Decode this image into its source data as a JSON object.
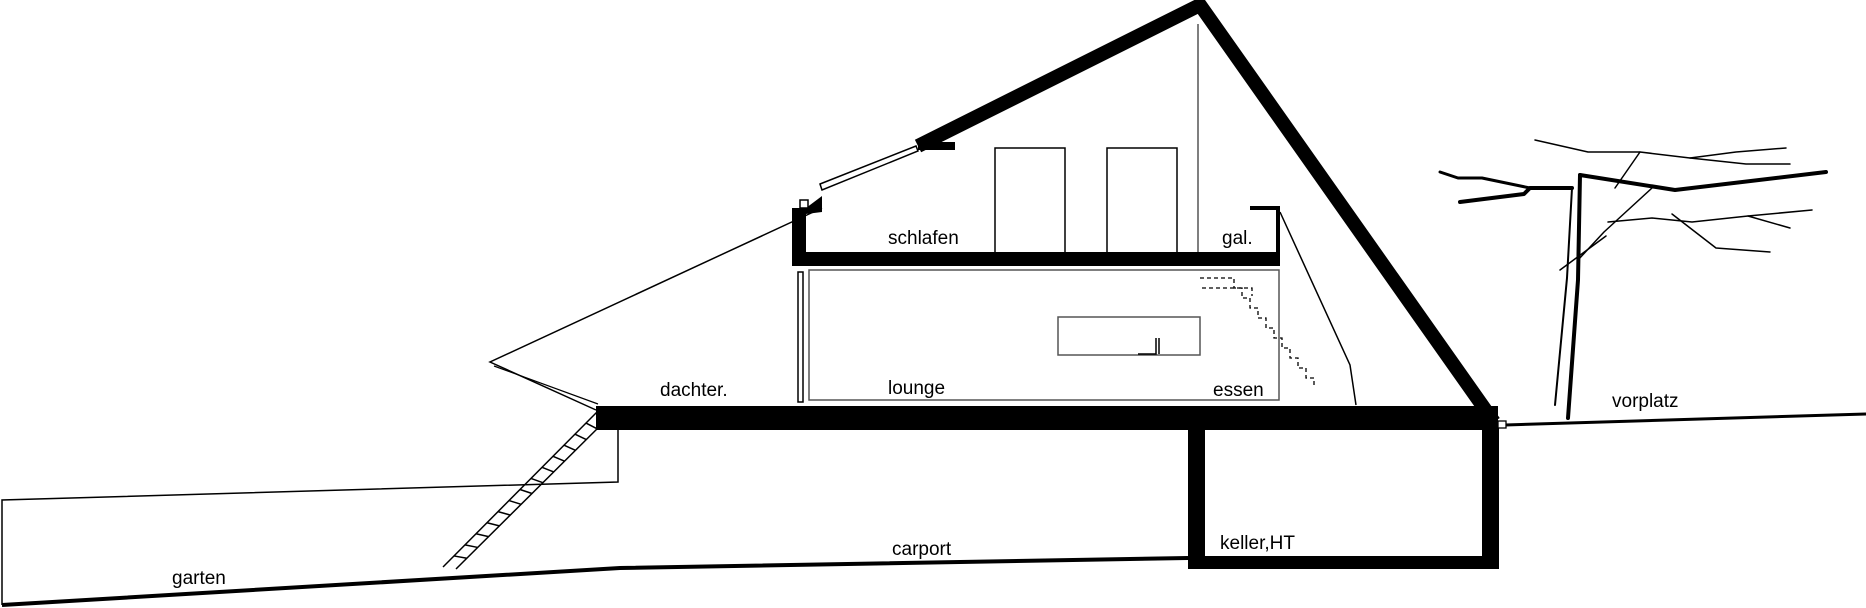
{
  "labels": {
    "schlafen": "schlafen",
    "gal": "gal.",
    "dachter": "dachter.",
    "lounge": "lounge",
    "essen": "essen",
    "vorplatz": "vorplatz",
    "garten": "garten",
    "carport": "carport",
    "keller": "keller,HT"
  },
  "colors": {
    "line": "#000000",
    "thin_line": "#555555",
    "background": "#ffffff"
  }
}
